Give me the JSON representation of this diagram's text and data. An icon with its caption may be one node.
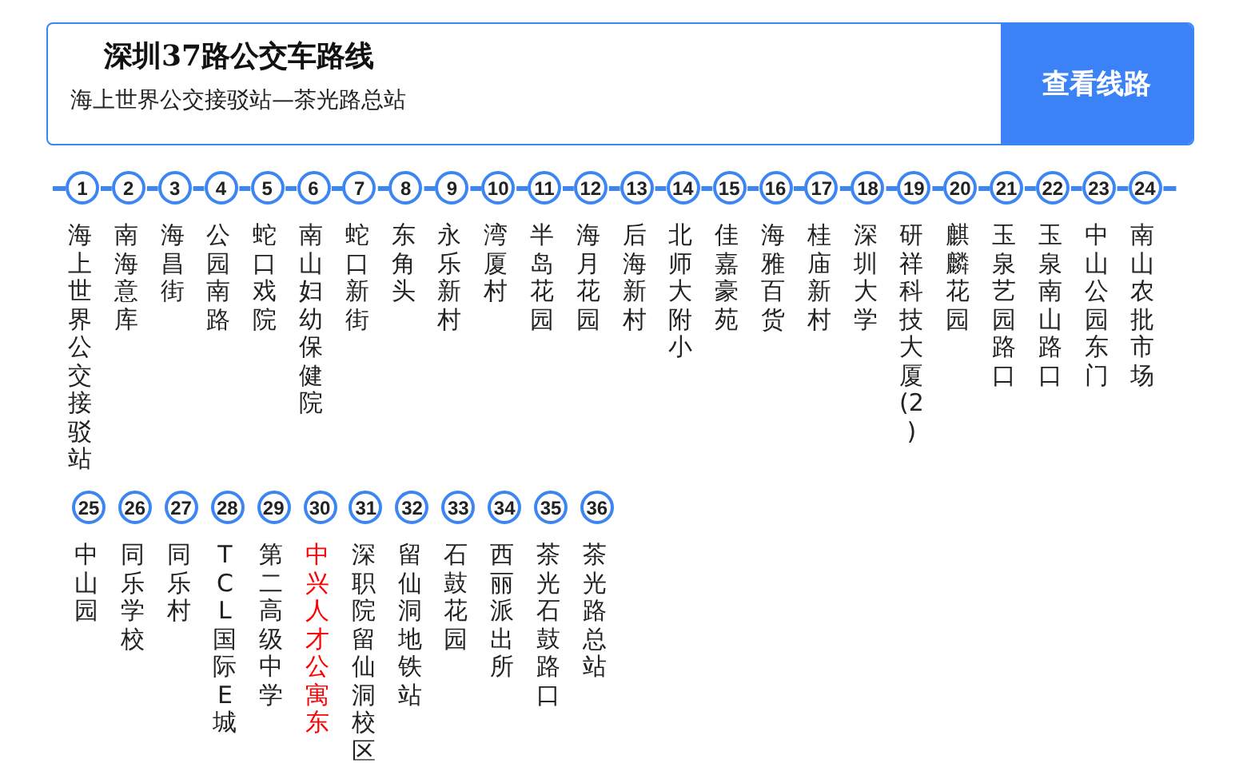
{
  "diagram": {
    "title": "深圳37路公交车路线",
    "nodes": [
      {
        "text": [
          "1"
        ],
        "beside": [
          "海上世界公交接驳站"
        ]
      },
      {
        "text": [
          "2"
        ],
        "beside": [
          "南海意库"
        ]
      },
      {
        "text": [
          "3"
        ],
        "beside": [
          "海昌街"
        ]
      },
      {
        "text": [
          "4"
        ],
        "beside": [
          "公园南路"
        ]
      },
      {
        "text": [
          "5"
        ],
        "beside": [
          "蛇口戏院"
        ]
      },
      {
        "text": [
          "6"
        ],
        "beside": [
          "南山妇幼保健院"
        ]
      },
      {
        "text": [
          "7"
        ],
        "beside": [
          "蛇口新街"
        ]
      },
      {
        "text": [
          "8"
        ],
        "beside": [
          "东角头"
        ]
      },
      {
        "text": [
          "9"
        ],
        "beside": [
          "永乐新村"
        ]
      },
      {
        "text": [
          "10"
        ],
        "beside": [
          "湾厦村"
        ]
      },
      {
        "text": [
          "11"
        ],
        "beside": [
          "半岛花园"
        ]
      },
      {
        "text": [
          "12"
        ],
        "beside": [
          "海月花园"
        ]
      },
      {
        "text": [
          "13"
        ],
        "beside": [
          "后海新村"
        ]
      },
      {
        "text": [
          "14"
        ],
        "beside": [
          "北师大附小"
        ]
      },
      {
        "text": [
          "15"
        ],
        "beside": [
          "佳嘉豪苑"
        ]
      },
      {
        "text": [
          "16"
        ],
        "beside": [
          "海雅百货"
        ]
      },
      {
        "text": [
          "17"
        ],
        "beside": [
          "桂庙新村"
        ]
      },
      {
        "text": [
          "18"
        ],
        "beside": [
          "深圳大学"
        ]
      },
      {
        "text": [
          "19"
        ],
        "beside": [
          "研祥科技大厦(2)"
        ]
      },
      {
        "text": [
          "20"
        ],
        "beside": [
          "麒麟花园"
        ]
      },
      {
        "text": [
          "21"
        ],
        "beside": [
          "玉泉艺园路口"
        ]
      },
      {
        "text": [
          "22"
        ],
        "beside": [
          "玉泉南山路口"
        ]
      },
      {
        "text": [
          "23"
        ],
        "beside": [
          "中山公园东门"
        ]
      },
      {
        "text": [
          "24"
        ],
        "beside": [
          "南山农批市场"
        ]
      },
      {
        "text": [
          "25"
        ],
        "beside": [
          "中山园"
        ]
      },
      {
        "text": [
          "26"
        ],
        "beside": [
          "同乐学校"
        ]
      },
      {
        "text": [
          "27"
        ],
        "beside": [
          "同乐村"
        ]
      },
      {
        "text": [
          "28"
        ],
        "beside": [
          "TCL国际E城"
        ]
      },
      {
        "text": [
          "29"
        ],
        "beside": [
          "第二高级中学"
        ]
      },
      {
        "text": [
          "30"
        ],
        "beside": [
          "中兴人才公寓东"
        ]
      },
      {
        "text": [
          "31"
        ],
        "beside": [
          "深职院留仙洞校区"
        ]
      },
      {
        "text": [
          "32"
        ],
        "beside": [
          "留仙洞地铁站"
        ]
      },
      {
        "text": [
          "33"
        ],
        "beside": [
          "石鼓花园"
        ]
      },
      {
        "text": [
          "34"
        ],
        "beside": [
          "西丽派出所"
        ]
      },
      {
        "text": [
          "35"
        ],
        "beside": [
          "茶光石鼓路口"
        ]
      },
      {
        "text": [
          "36"
        ],
        "beside": [
          "茶光路总站"
        ]
      }
    ],
    "edges": [
      {
        "from": null,
        "to": 0,
        "arrow": "none"
      },
      {
        "from": 0,
        "to": 1,
        "arrow": "none"
      },
      {
        "from": 1,
        "to": 2,
        "arrow": "none"
      },
      {
        "from": 2,
        "to": 3,
        "arrow": "none"
      },
      {
        "from": 3,
        "to": 4,
        "arrow": "none"
      },
      {
        "from": 4,
        "to": 5,
        "arrow": "none"
      },
      {
        "from": 5,
        "to": 6,
        "arrow": "none"
      },
      {
        "from": 6,
        "to": 7,
        "arrow": "none"
      },
      {
        "from": 7,
        "to": 8,
        "arrow": "none"
      },
      {
        "from": 8,
        "to": 9,
        "arrow": "none"
      },
      {
        "from": 9,
        "to": 10,
        "arrow": "none"
      },
      {
        "from": 10,
        "to": 11,
        "arrow": "none"
      },
      {
        "from": 11,
        "to": 12,
        "arrow": "none"
      },
      {
        "from": 12,
        "to": 13,
        "arrow": "none"
      },
      {
        "from": 13,
        "to": 14,
        "arrow": "none"
      },
      {
        "from": 14,
        "to": 15,
        "arrow": "none"
      },
      {
        "from": 15,
        "to": 16,
        "arrow": "none"
      },
      {
        "from": 16,
        "to": 17,
        "arrow": "none"
      },
      {
        "from": 17,
        "to": 18,
        "arrow": "none"
      },
      {
        "from": 18,
        "to": 19,
        "arrow": "none"
      },
      {
        "from": 19,
        "to": 20,
        "arrow": "none"
      },
      {
        "from": 20,
        "to": 21,
        "arrow": "none"
      },
      {
        "from": 21,
        "to": 22,
        "arrow": "none"
      },
      {
        "from": 22,
        "to": 23,
        "arrow": "none"
      },
      {
        "from": 23,
        "to": null,
        "arrow": "none"
      }
    ],
    "labels": [
      "海上世界公交接驳站—茶光路总站",
      "查看线路"
    ]
  }
}
